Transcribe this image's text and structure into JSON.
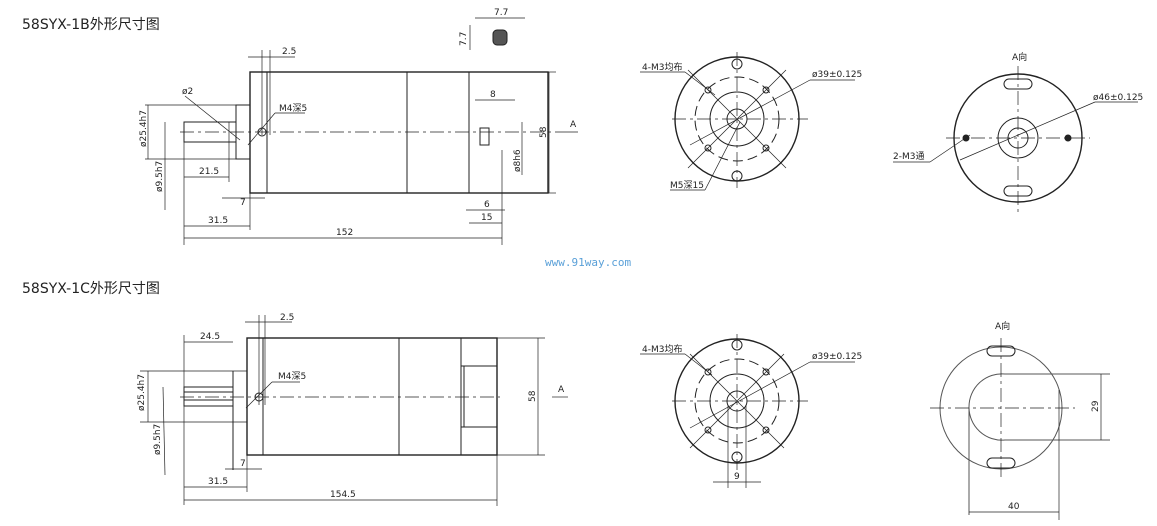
{
  "section_1b": {
    "title": "58SYX-1B外形尺寸图",
    "dims": {
      "d1": "2.5",
      "d2": "ø2",
      "d3": "M4深5",
      "d4": "ø25.4h7",
      "d5": "ø9.5h7",
      "d6": "21.5",
      "d7": "7",
      "d8": "31.5",
      "d9": "152",
      "d10": "8",
      "d11": "58",
      "d12": "ø8h6",
      "d13": "6",
      "d14": "15",
      "d15": "A",
      "key_w": "7.7",
      "key_h": "7.7"
    },
    "front": {
      "holes": "4-M3均布",
      "pcd": "ø39±0.125",
      "center_hole": "M5深15"
    },
    "rear": {
      "label": "A向",
      "pcd": "ø46±0.125",
      "holes": "2-M3通"
    }
  },
  "watermark": "www.91way.com",
  "section_1c": {
    "title": "58SYX-1C外形尺寸图",
    "dims": {
      "d1": "2.5",
      "d2": "24.5",
      "d3": "M4深5",
      "d4": "ø25.4h7",
      "d5": "ø9.5h7",
      "d6": "7",
      "d7": "31.5",
      "d8": "154.5",
      "d9": "58",
      "d10": "A"
    },
    "front": {
      "holes": "4-M3均布",
      "pcd": "ø39±0.125",
      "shaft_w": "9"
    },
    "rear": {
      "label": "A向",
      "h": "29",
      "w": "40"
    }
  }
}
